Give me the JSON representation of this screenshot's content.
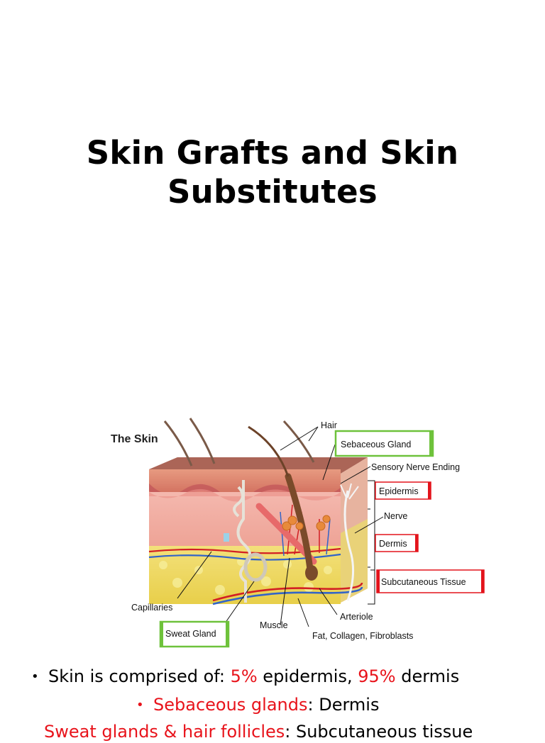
{
  "slide": {
    "title_line1": "Skin Grafts and Skin",
    "title_line2": "Substitutes"
  },
  "figure": {
    "heading": "The Skin",
    "labels": {
      "hair": "Hair",
      "sebaceous_gland": "Sebaceous Gland",
      "sensory_nerve_ending": "Sensory Nerve Ending",
      "epidermis": "Epidermis",
      "nerve": "Nerve",
      "dermis": "Dermis",
      "subcutaneous_tissue": "Subcutaneous Tissue",
      "capillaries": "Capillaries",
      "arteriole": "Arteriole",
      "muscle": "Muscle",
      "sweat_gland": "Sweat Gland",
      "fat_collagen": "Fat, Collagen, Fibroblasts"
    }
  },
  "bullets": {
    "b1_prefix": "Skin is comprised of: ",
    "b1_pct1": "5%",
    "b1_mid": " epidermis, ",
    "b1_pct2": "95%",
    "b1_suffix": " dermis",
    "b2_red": "Sebaceous glands",
    "b2_rest": ": Dermis",
    "b3_red": "Sweat glands & hair follicles",
    "b3_rest": ": Subcutaneous tissue",
    "bullet_glyph": "•"
  },
  "colors": {
    "highlight_red": "#e8131b",
    "box_green": "#6ec23b",
    "box_red": "#e3131b",
    "epidermis": "#c9866a",
    "dermis": "#f0a8a0",
    "subcutaneous": "#f0dd66"
  }
}
